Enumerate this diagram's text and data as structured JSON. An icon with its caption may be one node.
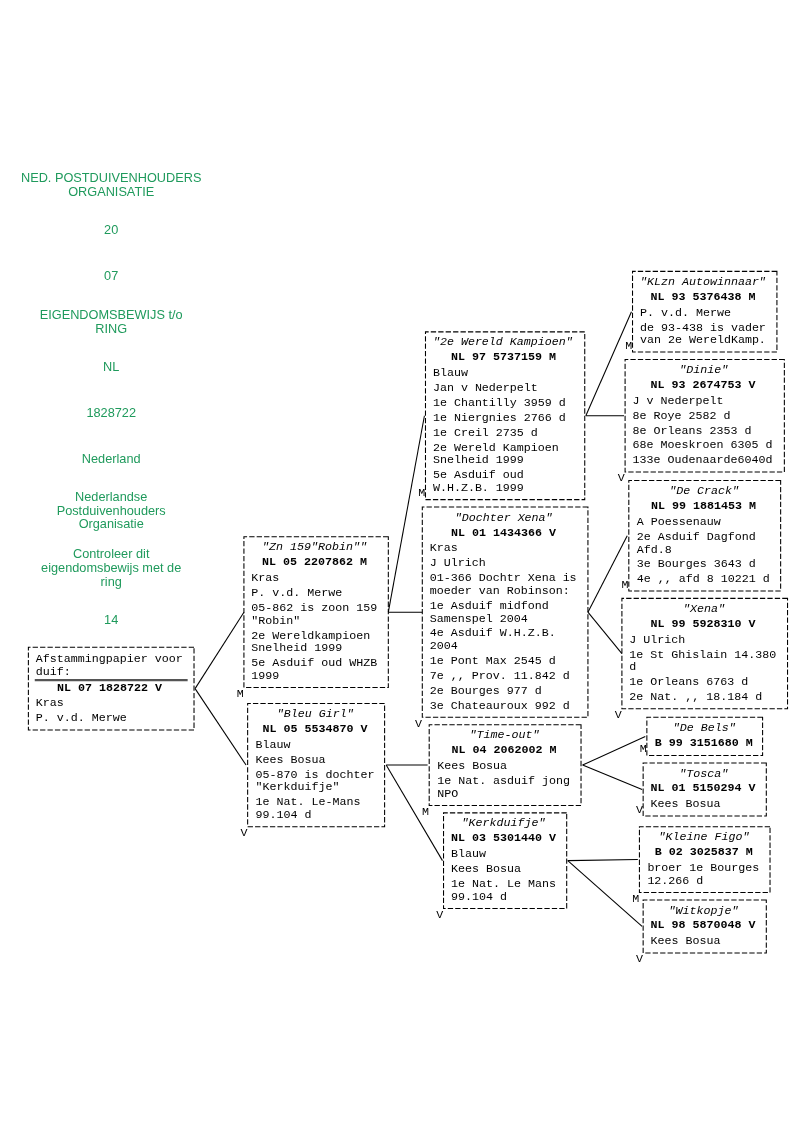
{
  "diagram": {
    "nodes": [
      {
        "text": [
          "Afstammingpapier voor duif:",
          "NL 07 1828722 V",
          "Kras",
          "P. v.d. Merwe"
        ]
      },
      {
        "text": [
          "\"Zn 159\"Robin\"\"",
          "NL 05 2207862 M",
          "Kras",
          "P. v.d. Merwe",
          "05-862 is zoon 159 \"Robin\"",
          "2e Wereldkampioen Snelheid 1999",
          "5e Asduif oud WHZB 1999"
        ],
        "beside": [
          "M"
        ]
      },
      {
        "text": [
          "\"Bleu Girl\"",
          "NL 05 5534870 V",
          "Blauw",
          "Kees Bosua",
          "05-870 is dochter \"Kerkduifje\"",
          "1e Nat. Le-Mans 99.104 d"
        ],
        "beside": [
          "V"
        ]
      },
      {
        "text": [
          "\"2e Wereld Kampioen\"",
          "NL 97 5737159 M",
          "Blauw",
          "Jan v Nederpelt",
          "1e Chantilly 3959 d",
          "1e Niergnies 2766 d",
          "1e Creil 2735 d",
          "2e Wereld Kampioen Snelheid 1999",
          "5e Asduif oud W.H.Z.B. 1999"
        ],
        "beside": [
          "M"
        ]
      },
      {
        "text": [
          "\"Dochter Xena\"",
          "NL 01 1434366 V",
          "Kras",
          "J Ulrich",
          "01-366 Dochtr Xena is moeder van Robinson:",
          "1e Asduif midfond Samenspel 2004",
          "4e Asduif W.H.Z.B. 2004",
          "1e Pont Max 2545 d",
          "7e ,, Prov. 11.842 d",
          "2e Bourges 977 d",
          "3e Chateauroux 992 d"
        ],
        "beside": [
          "V"
        ]
      },
      {
        "text": [
          "\"Time-out\"",
          "NL 04 2062002 M",
          "Kees Bosua",
          "1e Nat. asduif jong NPO"
        ],
        "beside": [
          "M"
        ]
      },
      {
        "text": [
          "\"Kerkduifje\"",
          "NL 03 5301440 V",
          "Blauw",
          "Kees Bosua",
          "1e Nat. Le Mans 99.104 d"
        ],
        "beside": [
          "V"
        ]
      },
      {
        "text": [
          "\"KLzn Autowinnaar\"",
          "NL 93 5376438 M",
          "P. v.d. Merwe",
          "de 93-438 is vader van 2e WereldKamp."
        ],
        "beside": [
          "M"
        ]
      },
      {
        "text": [
          "\"Dinie\"",
          "NL 93 2674753 V",
          "J v Nederpelt",
          "8e Roye 2582 d",
          "8e Orleans 2353 d",
          "68e Moeskroen 6305 d",
          "133e Oudenaarde6040d"
        ],
        "beside": [
          "V"
        ]
      },
      {
        "text": [
          "\"De Crack\"",
          "NL 99 1881453 M",
          "A Poessenauw",
          "2e Asduif Dagfond Afd.8",
          "3e Bourges 3643 d",
          "4e ,, afd 8 10221 d"
        ],
        "beside": [
          "M"
        ]
      },
      {
        "text": [
          "\"Xena\"",
          "NL 99 5928310 V",
          "J Ulrich",
          "1e St Ghislain 14.380 d",
          "1e Orleans 6763 d",
          "2e Nat. ,, 18.184 d"
        ],
        "beside": [
          "V"
        ]
      },
      {
        "text": [
          "\"De Bels\"",
          "B 99 3151680 M"
        ],
        "beside": [
          "M"
        ]
      },
      {
        "text": [
          "\"Tosca\"",
          "NL 01 5150294 V",
          "Kees Bosua"
        ],
        "beside": [
          "V"
        ]
      },
      {
        "text": [
          "\"Kleine Figo\"",
          "B 02 3025837 M",
          "broer 1e Bourges 12.266 d"
        ],
        "beside": [
          "M"
        ]
      },
      {
        "text": [
          "\"Witkopje\"",
          "NL 98 5870048 V",
          "Kees Bosua"
        ],
        "beside": [
          "V"
        ]
      }
    ],
    "edges": [
      {
        "from": 0,
        "to": 1,
        "arrow": "none"
      },
      {
        "from": 0,
        "to": 2,
        "arrow": "none"
      },
      {
        "from": 1,
        "to": 3,
        "arrow": "none"
      },
      {
        "from": 1,
        "to": 4,
        "arrow": "none"
      },
      {
        "from": 2,
        "to": 5,
        "arrow": "none"
      },
      {
        "from": 2,
        "to": 6,
        "arrow": "none"
      },
      {
        "from": 3,
        "to": 7,
        "arrow": "none"
      },
      {
        "from": 3,
        "to": 8,
        "arrow": "none"
      },
      {
        "from": 4,
        "to": 9,
        "arrow": "none"
      },
      {
        "from": 4,
        "to": 10,
        "arrow": "none"
      },
      {
        "from": 5,
        "to": 11,
        "arrow": "none"
      },
      {
        "from": 5,
        "to": 12,
        "arrow": "none"
      },
      {
        "from": 6,
        "to": 13,
        "arrow": "none"
      },
      {
        "from": 6,
        "to": 14,
        "arrow": "none"
      }
    ],
    "labels": [
      "NED. POSTDUIVENHOUDERS ORGANISATIE",
      "20",
      "07",
      "EIGENDOMSBEWIJS t/o RING",
      "NL",
      "1828722",
      "Nederland",
      "Nederlandse Postduivenhouders Organisatie",
      "Controleer dit eigendomsbewijs met de ring",
      "14"
    ]
  }
}
